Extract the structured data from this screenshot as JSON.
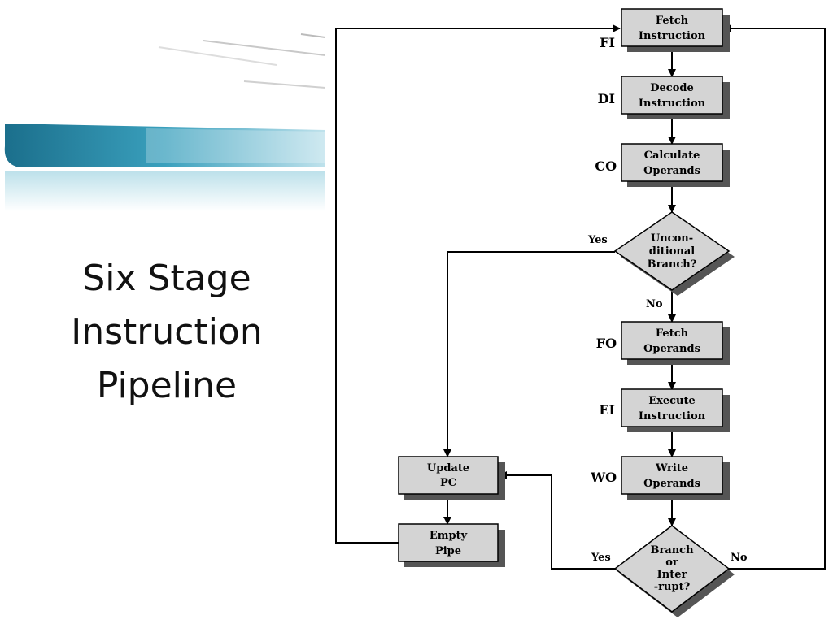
{
  "slide": {
    "title_lines": [
      "Six Stage",
      "Instruction",
      "Pipeline"
    ]
  },
  "colors": {
    "box_fill": "#d4d4d4",
    "box_stroke": "#000000",
    "shadow": "#555555",
    "banner_dark": "#1f7f9c",
    "banner_light": "#7cc4d6"
  },
  "diagram": {
    "stages": [
      {
        "code": "FI",
        "lines": [
          "Fetch",
          "Instruction"
        ]
      },
      {
        "code": "DI",
        "lines": [
          "Decode",
          "Instruction"
        ]
      },
      {
        "code": "CO",
        "lines": [
          "Calculate",
          "Operands"
        ]
      },
      {
        "code": "FO",
        "lines": [
          "Fetch",
          "Operands"
        ]
      },
      {
        "code": "EI",
        "lines": [
          "Execute",
          "Instruction"
        ]
      },
      {
        "code": "WO",
        "lines": [
          "Write",
          "Operands"
        ]
      }
    ],
    "decisions": [
      {
        "lines": [
          "Uncon-",
          "ditional",
          "Branch?"
        ],
        "yes": "Yes",
        "no": "No"
      },
      {
        "lines": [
          "Branch",
          "or",
          "Inter",
          "-rupt?"
        ],
        "yes": "Yes",
        "no": "No"
      }
    ],
    "side_boxes": [
      {
        "lines": [
          "Update",
          "PC"
        ]
      },
      {
        "lines": [
          "Empty",
          "Pipe"
        ]
      }
    ]
  }
}
